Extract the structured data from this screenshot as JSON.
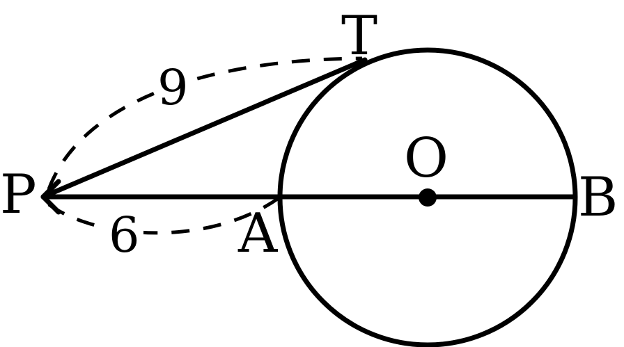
{
  "labels": {
    "tangent_point": "T",
    "external_point": "P",
    "near_intersection": "A",
    "center": "O",
    "far_intersection": "B"
  },
  "measures": {
    "pt_length": "9",
    "pa_length": "6"
  },
  "colors": {
    "stroke": "#000000",
    "background": "#ffffff"
  }
}
